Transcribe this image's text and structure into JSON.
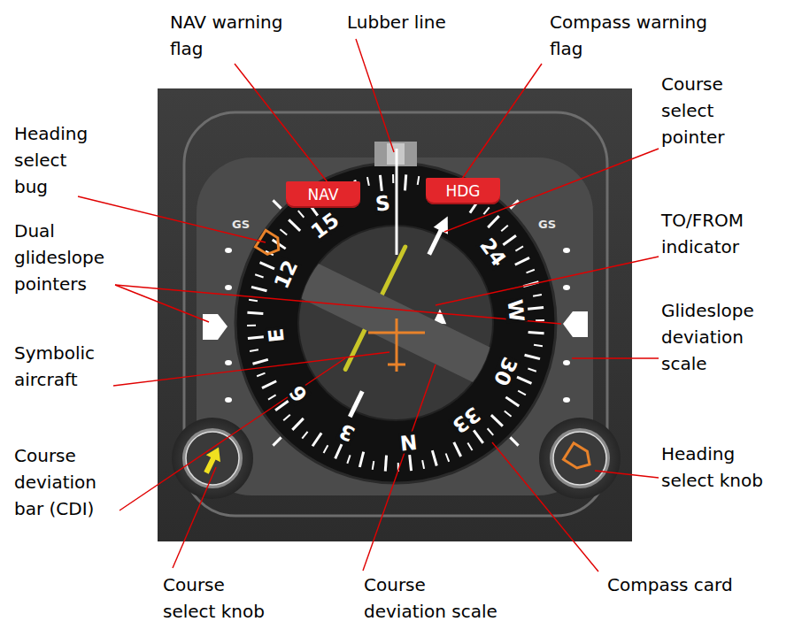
{
  "diagram": {
    "nodes": [
      {
        "text": [
          "NAV"
        ]
      },
      {
        "text": [
          "HDG"
        ]
      }
    ],
    "labels": [
      "NAV warning flag",
      "Lubber line",
      "Compass warning flag",
      "Course select pointer",
      "Heading select bug",
      "TO/FROM indicator",
      "Dual glideslope pointers",
      "Glideslope deviation scale",
      "Symbolic aircraft",
      "Course deviation bar (CDI)",
      "Heading select knob",
      "Course select knob",
      "Course deviation scale",
      "Compass card",
      "GS",
      "GS",
      "S",
      "15",
      "12",
      "E",
      "6",
      "3",
      "N",
      "33",
      "30",
      "W",
      "24"
    ]
  }
}
